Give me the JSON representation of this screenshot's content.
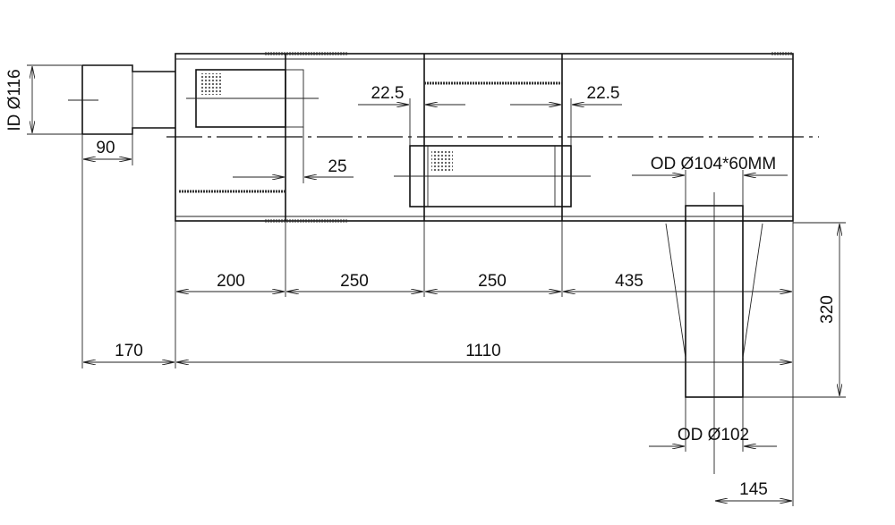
{
  "dimensions": {
    "inlet_id": "ID Ø116",
    "inlet_stub_len": "90",
    "inlet_overhang": "170",
    "overall_length": "1110",
    "seg_1": "200",
    "seg_2": "250",
    "seg_3": "250",
    "seg_4": "435",
    "gap_left": "22.5",
    "gap_right": "22.5",
    "baffle_offset": "25",
    "outlet_od": "OD Ø104*60MM",
    "pipe_od": "OD Ø102",
    "pipe_length": "320",
    "pipe_offset": "145"
  },
  "colors": {
    "line": "#111111",
    "background": "#ffffff"
  }
}
